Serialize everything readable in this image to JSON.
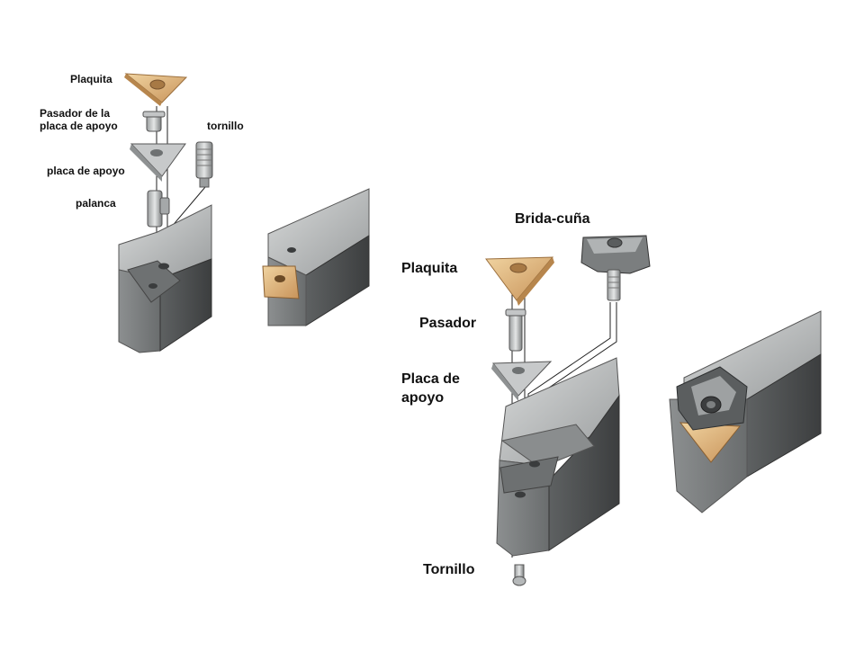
{
  "diagram_a": {
    "labels": {
      "insert": "Plaquita",
      "seat_pin": "Pasador de la\nplaca de apoyo",
      "seat": "placa de apoyo",
      "lever": "palanca",
      "screw": "tornillo"
    }
  },
  "diagram_b": {
    "labels": {
      "wedge_clamp": "Brida-cuña",
      "insert": "Plaquita",
      "pin": "Pasador",
      "seat": "Placa de\napoyo",
      "screw": "Tornillo"
    }
  },
  "colors": {
    "insert": "#e2b878",
    "insert_dark": "#c9955a",
    "steel_light": "#c9cbcb",
    "steel_mid": "#8a8d8e",
    "steel_dark": "#4d5051",
    "seat": "#b9bcbd"
  }
}
